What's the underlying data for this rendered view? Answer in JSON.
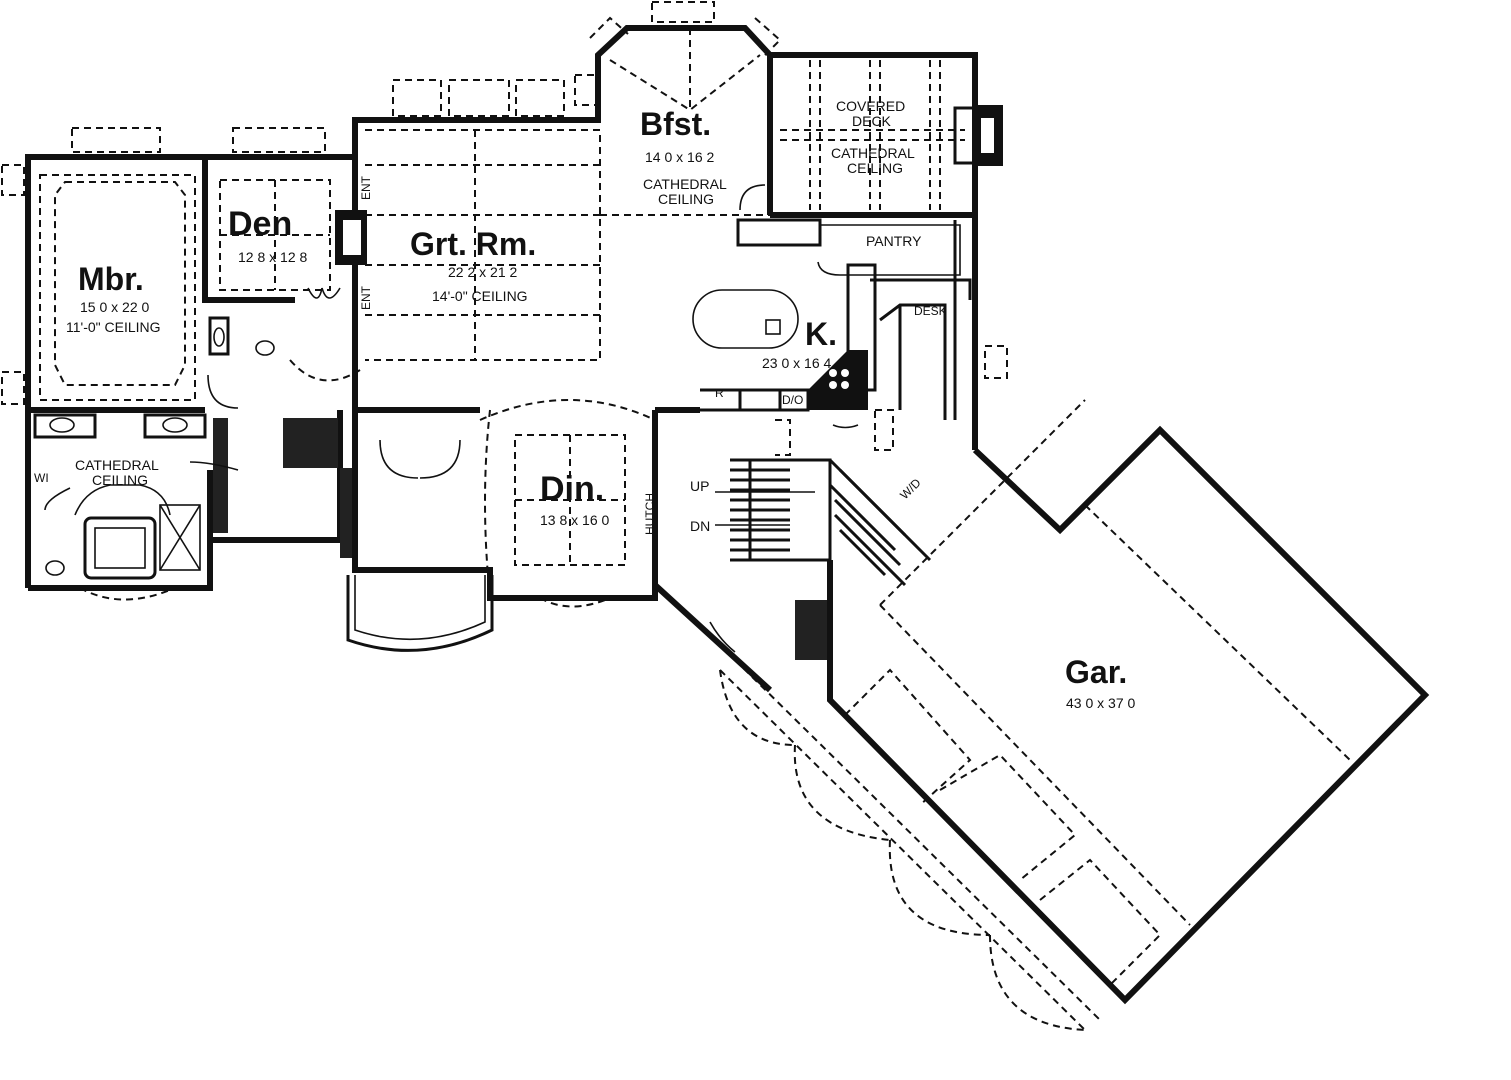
{
  "rooms": {
    "bfst": {
      "name": "Bfst.",
      "dim": "14 0 x 16 2",
      "note1": "CATHEDRAL",
      "note2": "CEILING"
    },
    "covered_deck": {
      "line1": "COVERED",
      "line2": "DECK",
      "note1": "CATHEDRAL",
      "note2": "CEILING"
    },
    "den": {
      "name": "Den",
      "dim": "12 8 x 12 8"
    },
    "mbr": {
      "name": "Mbr.",
      "dim": "15 0 x 22 0",
      "note": "11'-0\" CEILING"
    },
    "grt_rm": {
      "name": "Grt. Rm.",
      "dim": "22 2 x 21 2",
      "note": "14'-0\" CEILING"
    },
    "kitchen": {
      "name": "K.",
      "dim": "23 0 x 16 4"
    },
    "pantry": {
      "name": "PANTRY"
    },
    "desk": {
      "name": "DESK"
    },
    "din": {
      "name": "Din.",
      "dim": "13 8 x 16 0"
    },
    "hutch": {
      "name": "HUTCH"
    },
    "bath": {
      "note1": "CATHEDRAL",
      "note2": "CEILING"
    },
    "gar": {
      "name": "Gar.",
      "dim": "43 0 x 37 0"
    }
  },
  "labels": {
    "ent1": "ENT",
    "ent2": "ENT",
    "up": "UP",
    "dn": "DN",
    "r": "R",
    "do": "D/O",
    "wd": "W/D",
    "wi": "WI"
  }
}
